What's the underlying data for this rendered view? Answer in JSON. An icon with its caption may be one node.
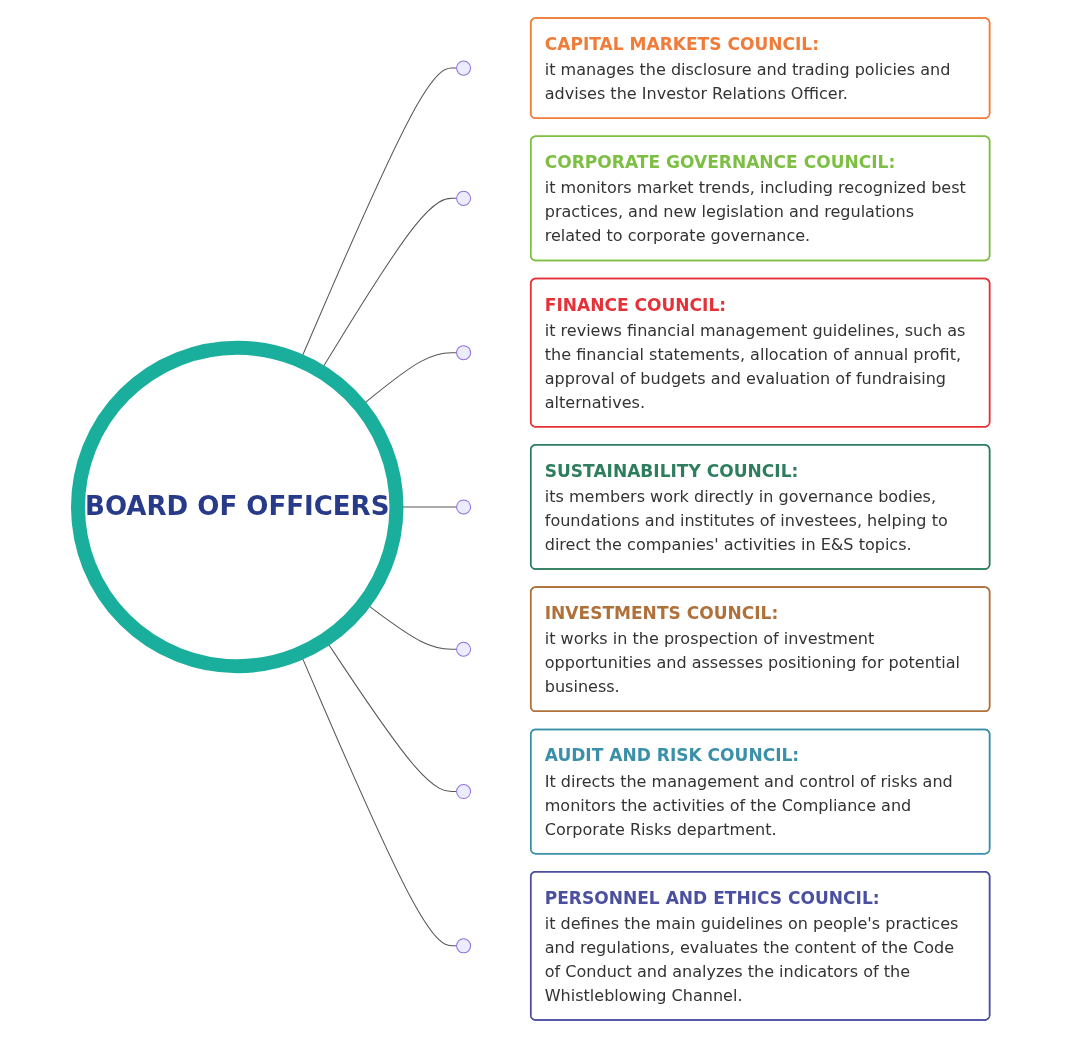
{
  "diagram": {
    "nodes": [
      {
        "text": [
          "BOARD OF OFFICERS"
        ]
      },
      {
        "text": [],
        "shape": "circle"
      },
      {
        "text": [
          "CAPITAL MARKETS COUNCIL:",
          "it manages the disclosure and trading policies and advises the Investor Relations Officer."
        ]
      },
      {
        "text": [],
        "shape": "circle"
      },
      {
        "text": [
          "CORPORATE GOVERNANCE COUNCIL:",
          "it monitors market trends, including recognized best practices, and new legislation and regulations related to corporate governance."
        ]
      },
      {
        "text": [],
        "shape": "circle"
      },
      {
        "text": [
          "FINANCE COUNCIL:",
          "it reviews financial management guidelines, such as the financial statements, allocation of annual profit, approval of budgets and evaluation of fundraising alternatives."
        ]
      },
      {
        "text": [],
        "shape": "circle"
      },
      {
        "text": [
          "SUSTAINABILITY COUNCIL:",
          "its members work directly in governance bodies, foundations and institutes of investees, helping to direct the companies' activities in E&S topics."
        ]
      },
      {
        "text": [],
        "shape": "circle"
      },
      {
        "text": [
          "INVESTMENTS COUNCIL:",
          "it works in the prospection of investment opportunities and assesses positioning for potential business."
        ]
      },
      {
        "text": [],
        "shape": "circle"
      },
      {
        "text": [
          "AUDIT AND RISK COUNCIL:",
          "It directs the management and control of risks and monitors the activities of the Compliance and Corporate Risks department."
        ]
      },
      {
        "text": [],
        "shape": "circle"
      },
      {
        "text": [
          "PERSONNEL AND ETHICS COUNCIL:",
          "it defines the main guidelines on people's practices and regulations, evaluates the content of the Code of Conduct and analyzes the indicators of the Whistleblowing Channel."
        ]
      }
    ],
    "edges": [
      {
        "from": 0,
        "to": 1,
        "arrow": "none"
      },
      {
        "from": 0,
        "to": 3,
        "arrow": "none"
      },
      {
        "from": 0,
        "to": 5,
        "arrow": "none"
      },
      {
        "from": 0,
        "to": 7,
        "arrow": "none"
      },
      {
        "from": 0,
        "to": 9,
        "arrow": "none"
      },
      {
        "from": 0,
        "to": 11,
        "arrow": "none"
      },
      {
        "from": 0,
        "to": 13,
        "arrow": "none"
      }
    ]
  }
}
